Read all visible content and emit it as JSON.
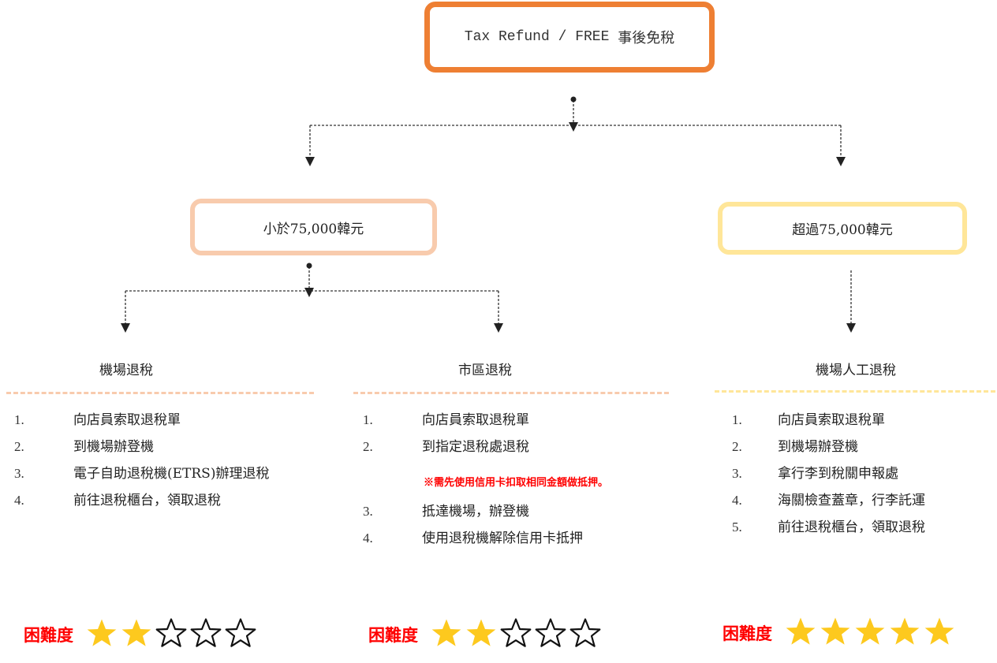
{
  "root": {
    "title_latin": "Tax Refund / FREE",
    "title_cjk": "事後免稅",
    "border_color": "#ee7f33"
  },
  "branches": [
    {
      "label": "小於75,000韓元",
      "border_color": "#f8cbad"
    },
    {
      "label": "超過75,000韓元",
      "border_color": "#ffe699"
    }
  ],
  "columns": [
    {
      "title": "機場退稅",
      "divider_color": "#f8cbad",
      "steps": [
        {
          "num": "1.",
          "text": "向店員索取退稅單"
        },
        {
          "num": "2.",
          "text": "到機場辦登機"
        },
        {
          "num": "3.",
          "text": "電子自助退稅機(ETRS)辦理退稅"
        },
        {
          "num": "4.",
          "text": "前往退稅櫃台，領取退稅"
        }
      ],
      "difficulty": {
        "label": "困難度",
        "rating": 2,
        "max": 5
      }
    },
    {
      "title": "市區退稅",
      "divider_color": "#f8cbad",
      "steps": [
        {
          "num": "1.",
          "text": "向店員索取退稅單"
        },
        {
          "num": "2.",
          "text": "到指定退稅處退稅"
        },
        {
          "num": "3.",
          "text": "抵達機場，辦登機"
        },
        {
          "num": "4.",
          "text": "使用退稅機解除信用卡抵押"
        }
      ],
      "note": "※需先使用信用卡扣取相同金額做抵押。",
      "difficulty": {
        "label": "困難度",
        "rating": 2,
        "max": 5
      }
    },
    {
      "title": "機場人工退稅",
      "divider_color": "#ffe699",
      "steps": [
        {
          "num": "1.",
          "text": "向店員索取退稅單"
        },
        {
          "num": "2.",
          "text": "到機場辦登機"
        },
        {
          "num": "3.",
          "text": "拿行李到稅關申報處"
        },
        {
          "num": "4.",
          "text": "海關檢查蓋章，行李託運"
        },
        {
          "num": "5.",
          "text": "前往退稅櫃台，領取退稅"
        }
      ],
      "difficulty": {
        "label": "困難度",
        "rating": 5,
        "max": 5
      }
    }
  ],
  "colors": {
    "star_filled": "#fdc91e",
    "star_outline": "#111111",
    "difficulty_label": "#ff0000"
  },
  "icons": {
    "star_filled": "star-filled-icon",
    "star_empty": "star-outline-icon",
    "arrow": "arrow-down-icon",
    "connector_dot": "dot-icon"
  }
}
